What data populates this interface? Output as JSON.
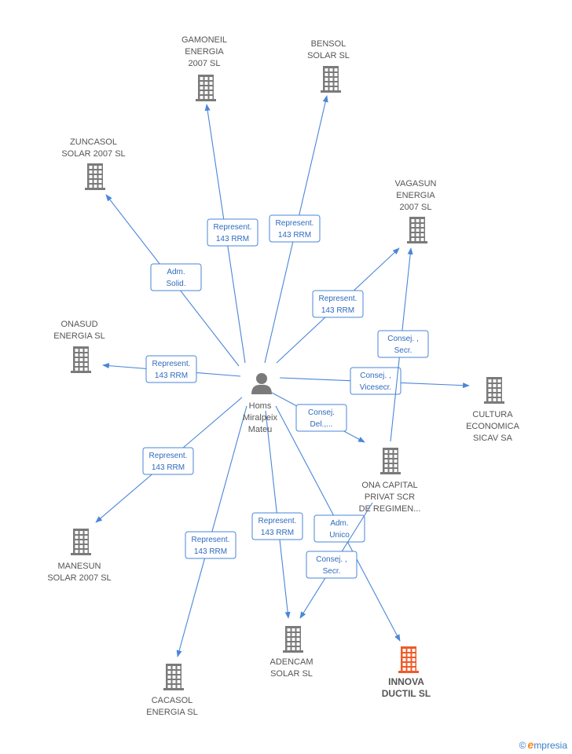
{
  "center": {
    "lines": [
      "Homs",
      "Miralpeix",
      "Mateu"
    ],
    "icon": "person-icon"
  },
  "companies": [
    {
      "id": "gamoneil",
      "lines": [
        "GAMONEIL",
        "ENERGIA",
        "2007 SL"
      ],
      "icon": "building-icon"
    },
    {
      "id": "bensol",
      "lines": [
        "BENSOL",
        "SOLAR SL"
      ],
      "icon": "building-icon"
    },
    {
      "id": "zuncasol",
      "lines": [
        "ZUNCASOL",
        "SOLAR 2007  SL"
      ],
      "icon": "building-icon"
    },
    {
      "id": "vagasun",
      "lines": [
        "VAGASUN",
        "ENERGIA",
        "2007 SL"
      ],
      "icon": "building-icon"
    },
    {
      "id": "onasud",
      "lines": [
        "ONASUD",
        "ENERGIA SL"
      ],
      "icon": "building-icon"
    },
    {
      "id": "cultura",
      "lines": [
        "CULTURA",
        "ECONOMICA",
        "SICAV SA"
      ],
      "icon": "building-icon"
    },
    {
      "id": "ona",
      "lines": [
        "ONA CAPITAL",
        "PRIVAT SCR",
        "DE REGIMEN..."
      ],
      "icon": "building-icon"
    },
    {
      "id": "manesun",
      "lines": [
        "MANESUN",
        "SOLAR 2007 SL"
      ],
      "icon": "building-icon"
    },
    {
      "id": "adencam",
      "lines": [
        "ADENCAM",
        "SOLAR SL"
      ],
      "icon": "building-icon"
    },
    {
      "id": "innova",
      "lines": [
        "INNOVA",
        "DUCTIL SL"
      ],
      "icon": "building-icon",
      "highlight": true
    },
    {
      "id": "cacasol",
      "lines": [
        "CACASOL",
        "ENERGIA  SL"
      ],
      "icon": "building-icon"
    }
  ],
  "relations": [
    {
      "from": "center",
      "to": "gamoneil",
      "lines": [
        "Represent.",
        "143 RRM"
      ]
    },
    {
      "from": "center",
      "to": "bensol",
      "lines": [
        "Represent.",
        "143 RRM"
      ]
    },
    {
      "from": "center",
      "to": "zuncasol",
      "lines": [
        "Adm.",
        "Solid."
      ]
    },
    {
      "from": "center",
      "to": "vagasun",
      "lines": [
        "Represent.",
        "143 RRM"
      ]
    },
    {
      "from": "center",
      "to": "onasud",
      "lines": [
        "Represent.",
        "143 RRM"
      ]
    },
    {
      "from": "center",
      "to": "cultura",
      "lines": [
        "Consej. ,",
        "Vicesecr."
      ]
    },
    {
      "from": "center",
      "to": "ona",
      "lines": [
        "Consej.",
        "Del.,..."
      ]
    },
    {
      "from": "ona",
      "to": "vagasun",
      "lines": [
        "Consej. ,",
        "Secr."
      ]
    },
    {
      "from": "center",
      "to": "manesun",
      "lines": [
        "Represent.",
        "143 RRM"
      ]
    },
    {
      "from": "center",
      "to": "cacasol",
      "lines": [
        "Represent.",
        "143 RRM"
      ]
    },
    {
      "from": "center",
      "to": "adencam",
      "lines": [
        "Represent.",
        "143 RRM"
      ]
    },
    {
      "from": "center",
      "to": "innova",
      "lines": [
        "Adm.",
        "Unico"
      ]
    },
    {
      "from": "ona",
      "to": "adencam",
      "lines": [
        "Consej. ,",
        "Secr."
      ]
    }
  ],
  "colors": {
    "edge": "#4a86d8",
    "building": "#7a7a7a",
    "highlight": "#f05a28",
    "person": "#7a7a7a"
  },
  "footer": {
    "copyright": "©",
    "brand_initial": "e",
    "brand_rest": "mpresia"
  }
}
